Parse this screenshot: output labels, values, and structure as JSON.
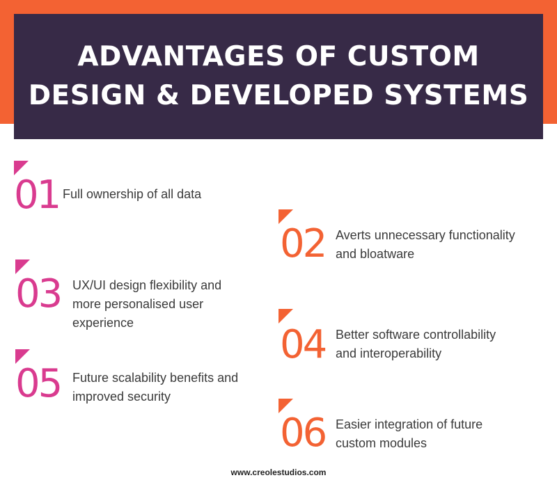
{
  "header": {
    "title_line1": "ADVANTAGES OF CUSTOM",
    "title_line2": "DESIGN & DEVELOPED SYSTEMS"
  },
  "items": [
    {
      "number": "01",
      "text_lines": [
        "Full ownership of all data"
      ]
    },
    {
      "number": "02",
      "text_lines": [
        "Averts unnecessary functionality",
        "and bloatware"
      ]
    },
    {
      "number": "03",
      "text_lines": [
        "UX/UI design flexibility and",
        "more personalised user",
        "experience"
      ]
    },
    {
      "number": "04",
      "text_lines": [
        "Better software controllability",
        "and interoperability"
      ]
    },
    {
      "number": "05",
      "text_lines": [
        "Future scalability benefits and",
        "improved security"
      ]
    },
    {
      "number": "06",
      "text_lines": [
        "Easier integration of future",
        "custom modules"
      ]
    }
  ],
  "footer": {
    "url": "www.creolestudios.com"
  },
  "colors": {
    "orange": "#f36233",
    "pink": "#d93b8f",
    "header_bg": "#372a47"
  }
}
